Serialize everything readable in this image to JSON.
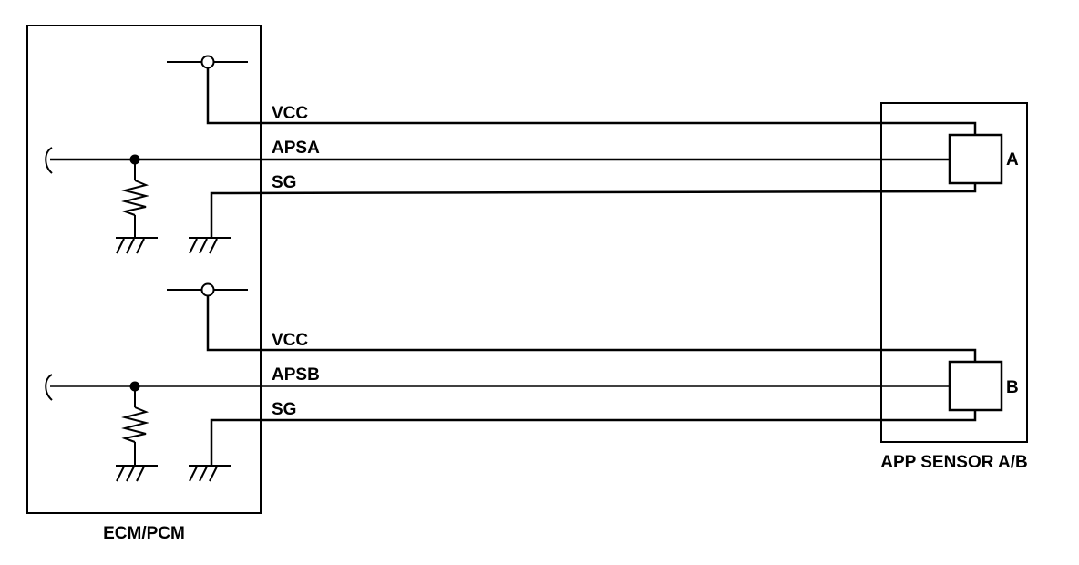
{
  "ecm": {
    "label": "ECM/PCM"
  },
  "sensor": {
    "label": "APP SENSOR A/B",
    "element_a": "A",
    "element_b": "B"
  },
  "signals_a": {
    "vcc": "VCC",
    "signal": "APSA",
    "ground": "SG"
  },
  "signals_b": {
    "vcc": "VCC",
    "signal": "APSB",
    "ground": "SG"
  }
}
